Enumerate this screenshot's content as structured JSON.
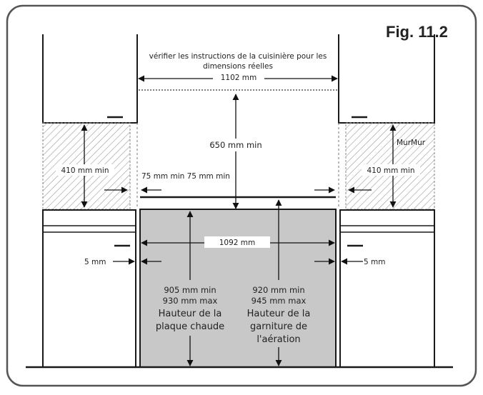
{
  "figure": {
    "label": "Fig. 11.2"
  },
  "labels": {
    "verify_line1": "vérifier les instructions de la cuisinière pour les",
    "verify_line2": "dimensions réelles",
    "width_top": "1102 mm",
    "height_650": "650 mm min",
    "side_left": "410 mm min",
    "side_right": "410 mm min",
    "mur": "MurMur",
    "gap_75": "75 mm min 75 mm min",
    "width_1092": "1092 mm",
    "gap_left_5": "5 mm",
    "gap_right_5": "5 mm"
  },
  "cooktop_block": {
    "min": "905 mm min",
    "max": "930 mm max",
    "line1": "Hauteur de la",
    "line2": "plaque chaude"
  },
  "vent_block": {
    "min": "920 mm min",
    "max": "945 mm max",
    "line1": "Hauteur de la",
    "line2": "garniture de",
    "line3": "l'aération"
  },
  "colors": {
    "frame": "#555555",
    "line": "#1a1a1a",
    "range_fill": "#c8c8c8",
    "hatch": "#9a9a9a"
  }
}
